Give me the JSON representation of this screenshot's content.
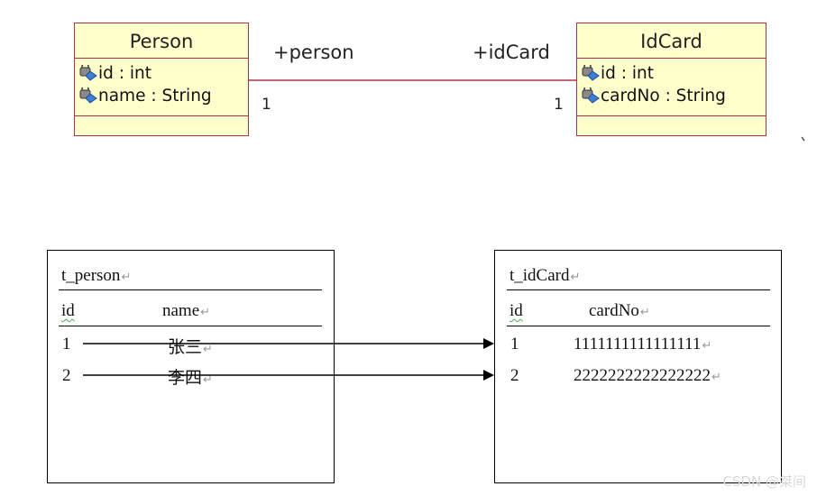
{
  "uml": {
    "person": {
      "name": "Person",
      "attributes": [
        "id : int",
        "name : String"
      ]
    },
    "idcard": {
      "name": "IdCard",
      "attributes": [
        "id : int",
        "cardNo : String"
      ]
    },
    "association": {
      "left_role": "+person",
      "right_role": "+idCard",
      "left_multiplicity": "1",
      "right_multiplicity": "1"
    },
    "attribute_icon": "private-attribute-lock-icon"
  },
  "tables": {
    "person": {
      "name": "t_person",
      "columns": [
        "id",
        "name"
      ],
      "rows": [
        [
          "1",
          "张三"
        ],
        [
          "2",
          "李四"
        ]
      ]
    },
    "idcard": {
      "name": "t_idCard",
      "columns": [
        "id",
        "cardNo"
      ],
      "rows": [
        [
          "1",
          "1111111111111111"
        ],
        [
          "2",
          "2222222222222222"
        ]
      ]
    }
  },
  "paragraph_mark": "↵",
  "watermark": "CSDN @桀间",
  "colors": {
    "class_fill": "#ffffcc",
    "class_border": "#b0324a",
    "line": "#b0324a"
  }
}
